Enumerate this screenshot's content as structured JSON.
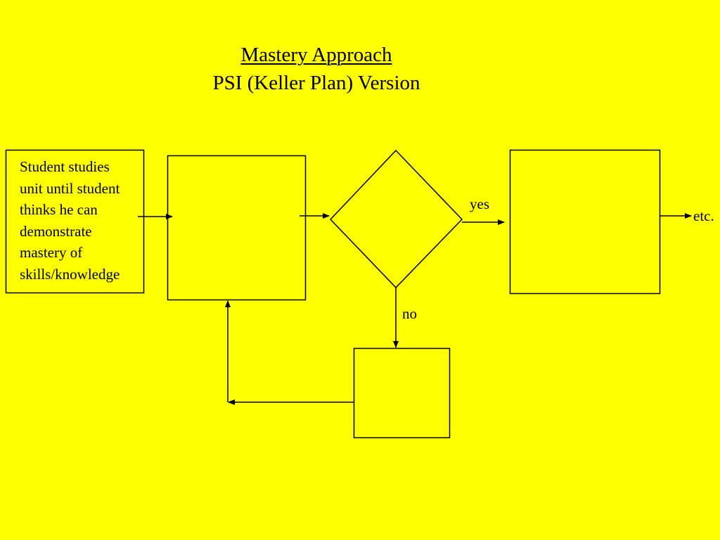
{
  "diagram": {
    "title_line1": "Mastery Approach",
    "title_line2": "PSI  (Keller  Plan) Version",
    "start_box_lines": [
      "Student studies",
      "unit until student",
      "thinks he can",
      "demonstrate",
      "mastery of",
      "skills/knowledge"
    ],
    "yes_label": "yes",
    "no_label": "no",
    "etc_label": "etc."
  },
  "colors": {
    "background": "#FFFF00",
    "stroke": "#000000"
  }
}
